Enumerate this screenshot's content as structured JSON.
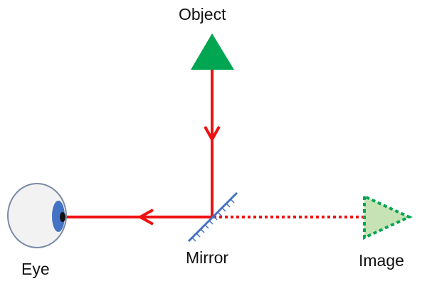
{
  "labels": {
    "object": "Object",
    "mirror": "Mirror",
    "eye": "Eye",
    "image": "Image"
  },
  "colors": {
    "ray": "#ee1111",
    "object_fill": "#00a651",
    "image_fill": "#c6e3b5",
    "image_border": "#00a651",
    "mirror": "#4472c4",
    "eye_white": "#f2f2f2",
    "eye_outline": "#7a8aa6",
    "iris": "#4472c4",
    "pupil": "#111111"
  }
}
